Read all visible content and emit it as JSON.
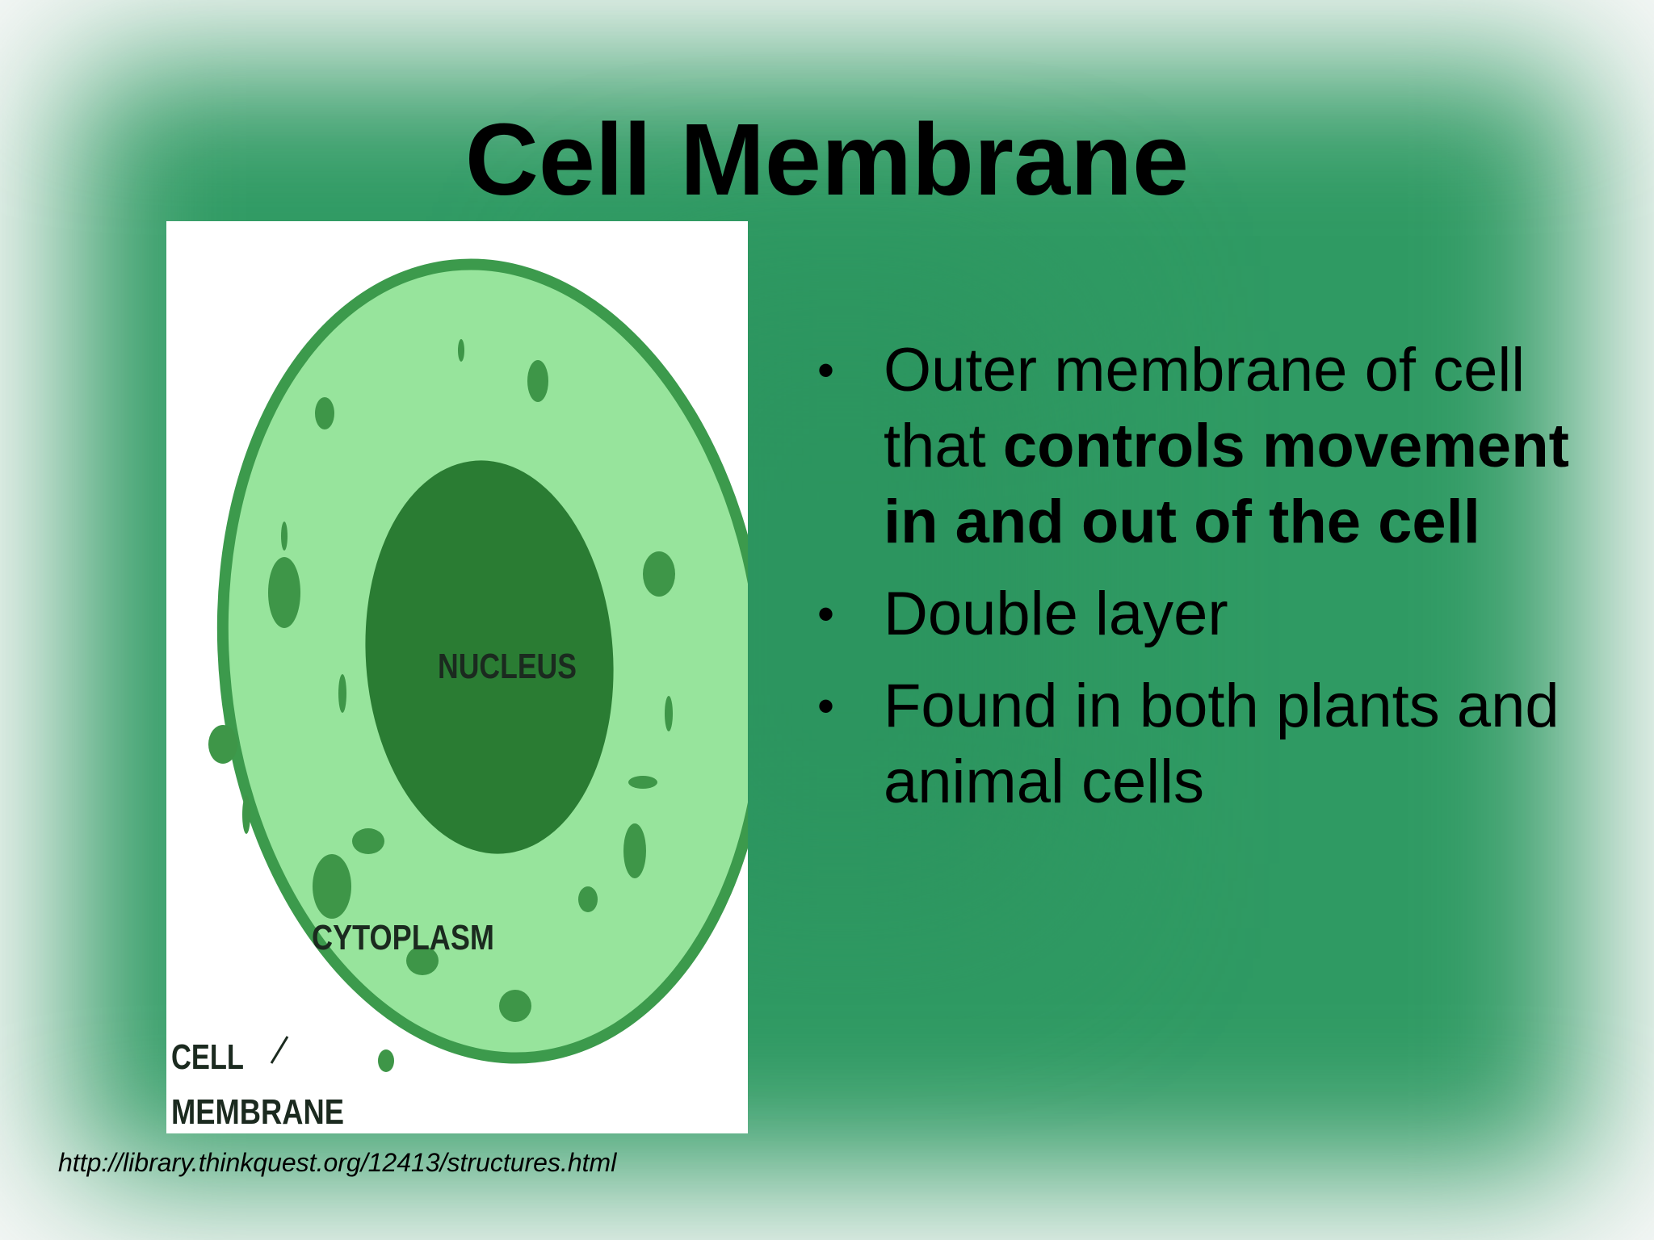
{
  "slide": {
    "title": "Cell Membrane",
    "bullets": [
      {
        "parts": [
          {
            "text": "Outer membrane of cell that ",
            "bold": false
          },
          {
            "text": "controls movement in and out of the cell",
            "bold": true
          }
        ]
      },
      {
        "parts": [
          {
            "text": "Double layer",
            "bold": false
          }
        ]
      },
      {
        "parts": [
          {
            "text": "Found in both plants and animal cells",
            "bold": false
          }
        ]
      }
    ],
    "bullet_symbol": "•",
    "source_url": "http://library.thinkquest.org/12413/structures.html"
  },
  "figure": {
    "labels": {
      "nucleus": "NUCLEUS",
      "cytoplasm": "CYTOPLASM",
      "membrane_line1": "CELL",
      "membrane_line2": "MEMBRANE"
    },
    "colors": {
      "membrane": "#3c9a4c",
      "cytoplasm": "#97e49c",
      "nucleus": "#2a7c33",
      "organelle": "#3e9648"
    }
  },
  "colors": {
    "background_glow": "#2f9a63",
    "background_edge": "#f5f7f6"
  }
}
